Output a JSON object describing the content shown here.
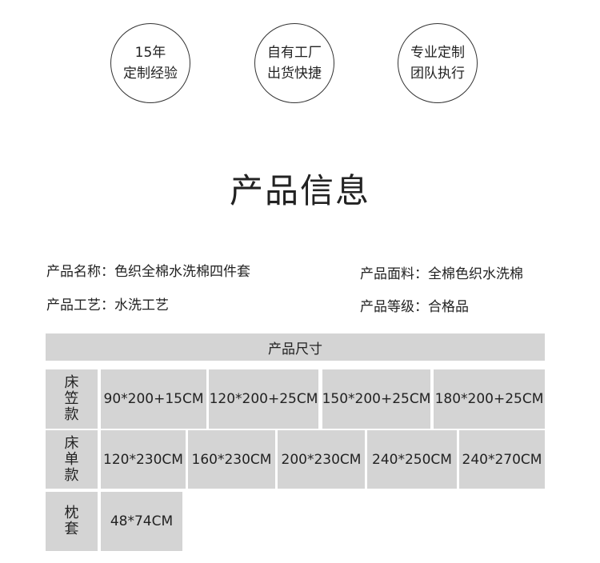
{
  "badges": [
    {
      "line1": "15年",
      "line2": "定制经验"
    },
    {
      "line1": "自有工厂",
      "line2": "出货快捷"
    },
    {
      "line1": "专业定制",
      "line2": "团队执行"
    }
  ],
  "title": "产品信息",
  "info": {
    "name": "产品名称：色织全棉水洗棉四件套",
    "fabric": "产品面料：全棉色织水洗棉",
    "craft": "产品工艺：水洗工艺",
    "grade": "产品等级：合格品"
  },
  "size_table": {
    "header": "产品尺寸",
    "rows": [
      {
        "label": [
          "床",
          "笠",
          "款"
        ],
        "sizes": [
          "90*200+15CM",
          "120*200+25CM",
          "150*200+25CM",
          "180*200+25CM"
        ]
      },
      {
        "label": [
          "床",
          "单",
          "款"
        ],
        "sizes": [
          "120*230CM",
          "160*230CM",
          "200*230CM",
          "240*250CM",
          "240*270CM"
        ]
      },
      {
        "label": [
          "枕",
          "套"
        ],
        "sizes": [
          "48*74CM"
        ]
      }
    ]
  }
}
